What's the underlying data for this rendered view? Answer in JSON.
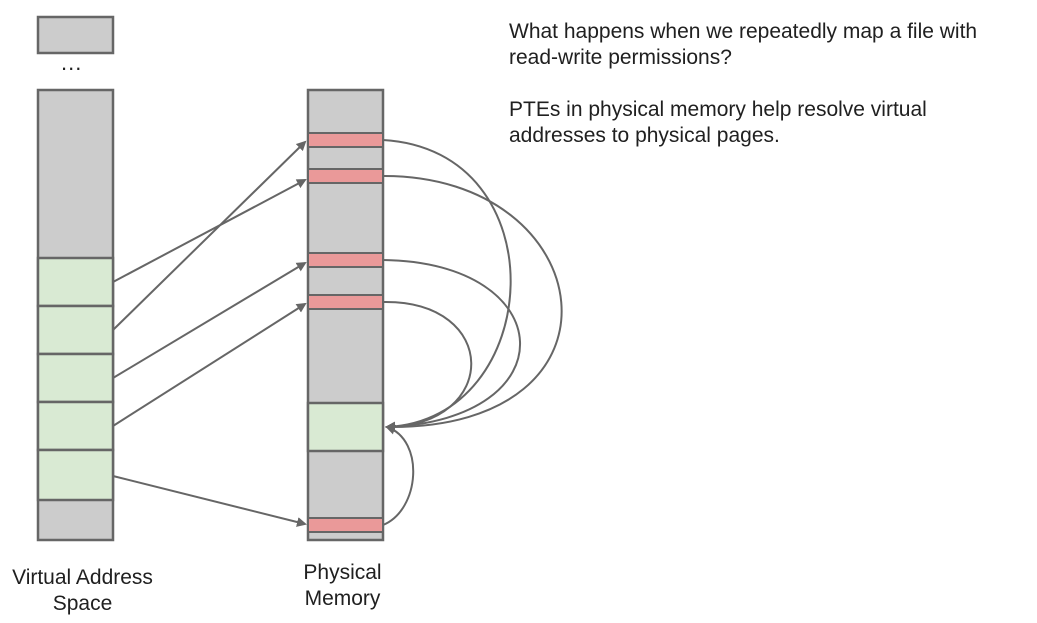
{
  "diagram": {
    "virtual_label": [
      "Virtual Address",
      "Space"
    ],
    "physical_label": [
      "Physical",
      "Memory"
    ],
    "ellipsis": "...",
    "colors": {
      "column_fill": "#cccccc",
      "border": "#666666",
      "page_fill": "#d9ead3",
      "pte_fill": "#ea9999",
      "arrow": "#666666"
    }
  },
  "text": {
    "question": "What happens when we repeatedly map a file with read-write permissions?",
    "explanation": "PTEs in physical memory help resolve virtual addresses to physical pages."
  }
}
